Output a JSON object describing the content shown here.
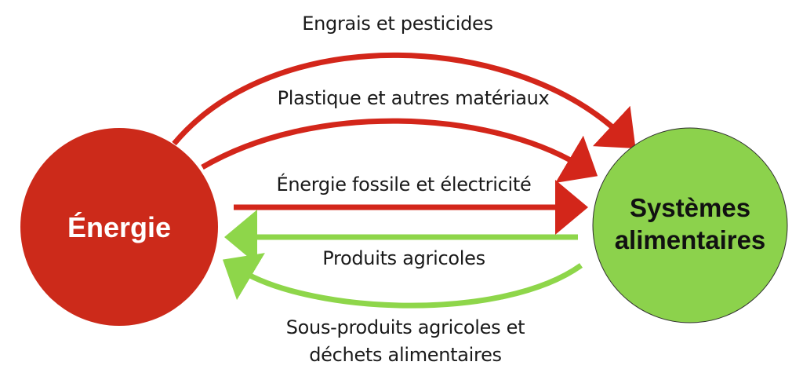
{
  "colors": {
    "energy_node": "#cc2a1a",
    "food_node": "#8cd24c",
    "red_arrow": "#d3261a",
    "green_arrow": "#8ed64a",
    "label_text": "#1a1a1a",
    "node_text_light": "#ffffff",
    "node_text_dark": "#111111"
  },
  "nodes": {
    "energy": {
      "label": "Énergie"
    },
    "food_systems": {
      "label_line1": "Systèmes",
      "label_line2": "alimentaires"
    }
  },
  "flows": {
    "fertilizers": {
      "label": "Engrais et pesticides",
      "direction": "energy-to-food"
    },
    "plastics": {
      "label": "Plastique et autres matériaux",
      "direction": "energy-to-food"
    },
    "fossil_energy": {
      "label": "Énergie fossile et électricité",
      "direction": "energy-to-food"
    },
    "agricultural_products": {
      "label": "Produits agricoles",
      "direction": "food-to-energy"
    },
    "byproducts": {
      "label_line1": "Sous-produits agricoles et",
      "label_line2": "déchets alimentaires",
      "direction": "food-to-energy"
    }
  }
}
